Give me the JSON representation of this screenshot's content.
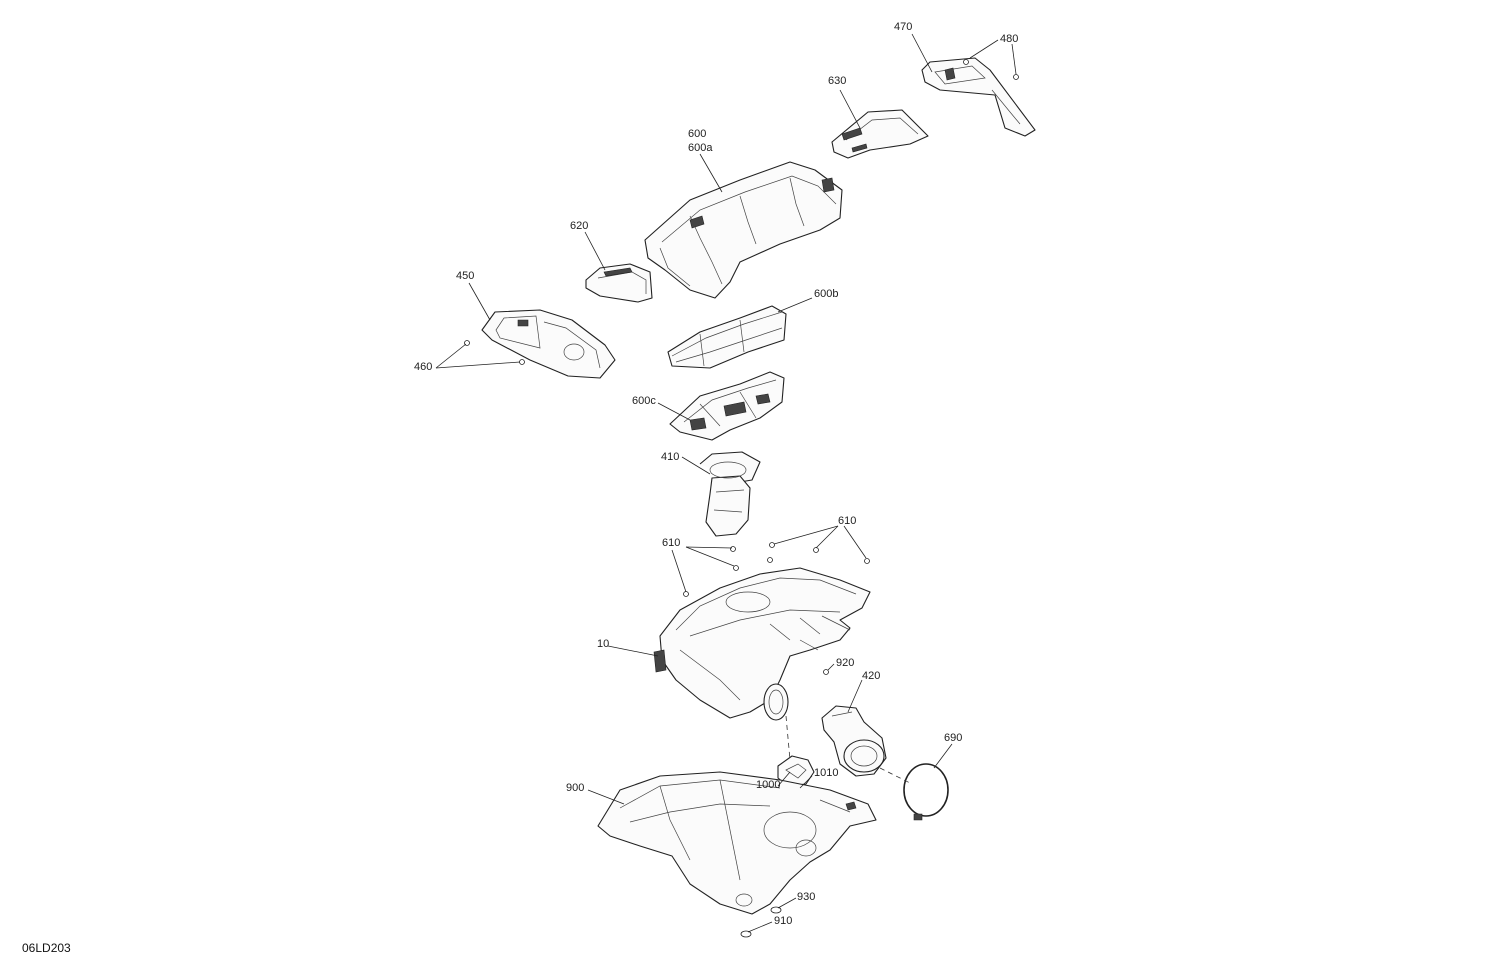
{
  "drawing": {
    "reference_code": "06LD203"
  },
  "callouts": [
    {
      "id": "c-470",
      "label": "470"
    },
    {
      "id": "c-480",
      "label": "480"
    },
    {
      "id": "c-630",
      "label": "630"
    },
    {
      "id": "c-600",
      "label": "600"
    },
    {
      "id": "c-600a",
      "label": "600a"
    },
    {
      "id": "c-620",
      "label": "620"
    },
    {
      "id": "c-450",
      "label": "450"
    },
    {
      "id": "c-600b",
      "label": "600b"
    },
    {
      "id": "c-460",
      "label": "460"
    },
    {
      "id": "c-600c",
      "label": "600c"
    },
    {
      "id": "c-410",
      "label": "410"
    },
    {
      "id": "c-610-right",
      "label": "610"
    },
    {
      "id": "c-610-left",
      "label": "610"
    },
    {
      "id": "c-10",
      "label": "10"
    },
    {
      "id": "c-920",
      "label": "920"
    },
    {
      "id": "c-420",
      "label": "420"
    },
    {
      "id": "c-690",
      "label": "690"
    },
    {
      "id": "c-1010",
      "label": "1010"
    },
    {
      "id": "c-1000",
      "label": "1000"
    },
    {
      "id": "c-900",
      "label": "900"
    },
    {
      "id": "c-930",
      "label": "930"
    },
    {
      "id": "c-910",
      "label": "910"
    }
  ]
}
